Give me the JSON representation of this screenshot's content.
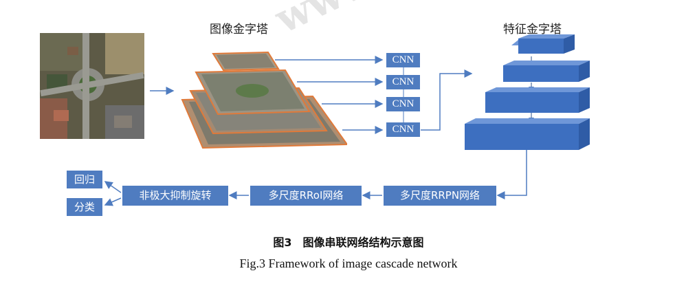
{
  "labels": {
    "image_pyramid": "图像金字塔",
    "feature_pyramid": "特征金字塔"
  },
  "cnn_blocks": [
    "CNN",
    "CNN",
    "CNN",
    "CNN"
  ],
  "pipeline": {
    "rrpn": "多尺度RRPN网络",
    "rroi": "多尺度RRoI网络",
    "nms": "非极大抑制旋转",
    "regression": "回归",
    "classification": "分类"
  },
  "caption": {
    "cn": "图3　图像串联网络结构示意图",
    "en": "Fig.3    Framework of image cascade network"
  },
  "watermark": "www.cnki.org",
  "colors": {
    "block": "#4f7cc0",
    "arrow": "#4f7cc0",
    "feature_front": "#3d6fc0",
    "feature_top": "#6f97d8"
  }
}
